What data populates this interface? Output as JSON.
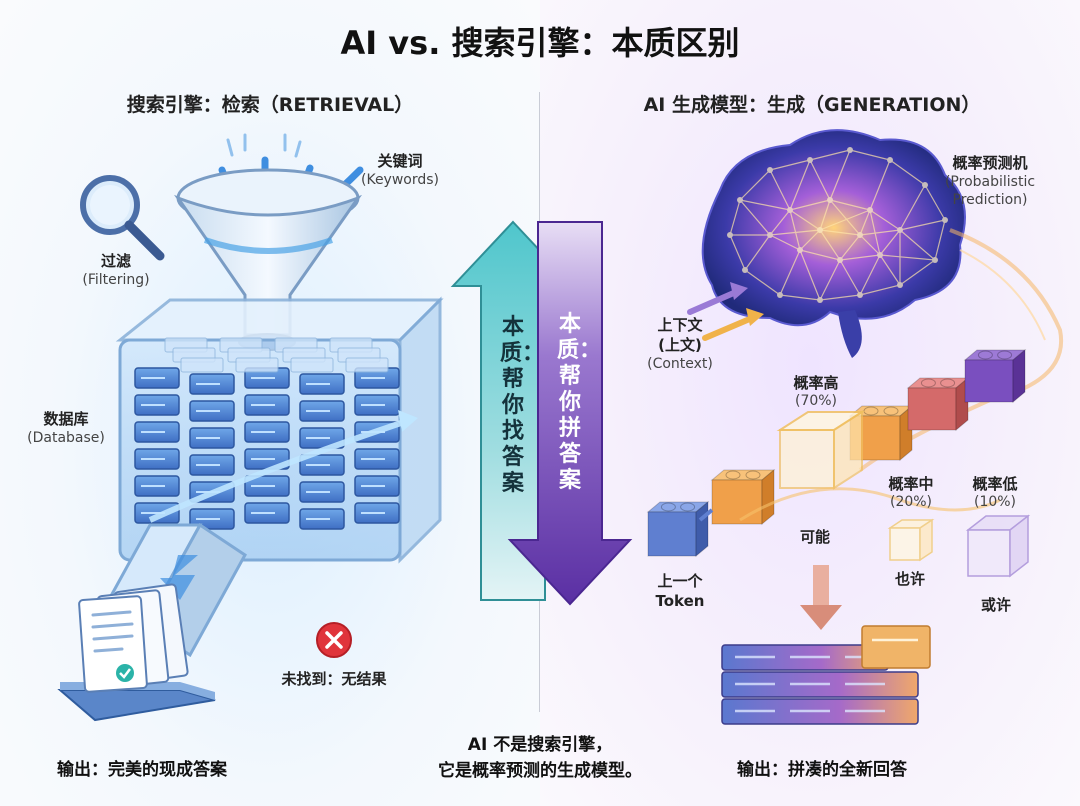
{
  "title": "AI vs. 搜索引擎：本质区别",
  "left": {
    "heading": "搜索引擎：检索（RETRIEVAL）",
    "keywords_cn": "关键词",
    "keywords_en": "(Keywords)",
    "filter_cn": "过滤",
    "filter_en": "(Filtering)",
    "db_cn": "数据库",
    "db_en": "(Database)",
    "notfound": "未找到：无结果",
    "output": "输出：完美的现成答案"
  },
  "right": {
    "heading": "AI 生成模型：生成（GENERATION）",
    "prob_cn": "概率预测机",
    "prob_en1": "(Probabilistic",
    "prob_en2": "Prediction)",
    "context_cn1": "上下文",
    "context_cn2": "(上文)",
    "context_en": "(Context)",
    "high_cn": "概率高",
    "high_pct": "(70%)",
    "mid_cn": "概率中",
    "mid_pct": "(20%)",
    "low_cn": "概率低",
    "low_pct": "(10%)",
    "maybe": "可能",
    "perhaps": "也许",
    "orperhaps": "或许",
    "prev_token_cn": "上一个",
    "prev_token_en": "Token",
    "output": "输出：拼凑的全新回答"
  },
  "center": {
    "up_arrow_text": "本质：帮你找答案",
    "down_arrow_text": "本质：帮你拼答案",
    "conclusion_line1": "AI 不是搜索引擎，",
    "conclusion_line2": "它是概率预测的生成模型。"
  },
  "colors": {
    "left_accent": "#2f8fe0",
    "right_accent": "#7b4fc4",
    "up_arrow": "#4fc2c8",
    "down_arrow": "#6a3fb0",
    "error_red": "#e0343b"
  }
}
